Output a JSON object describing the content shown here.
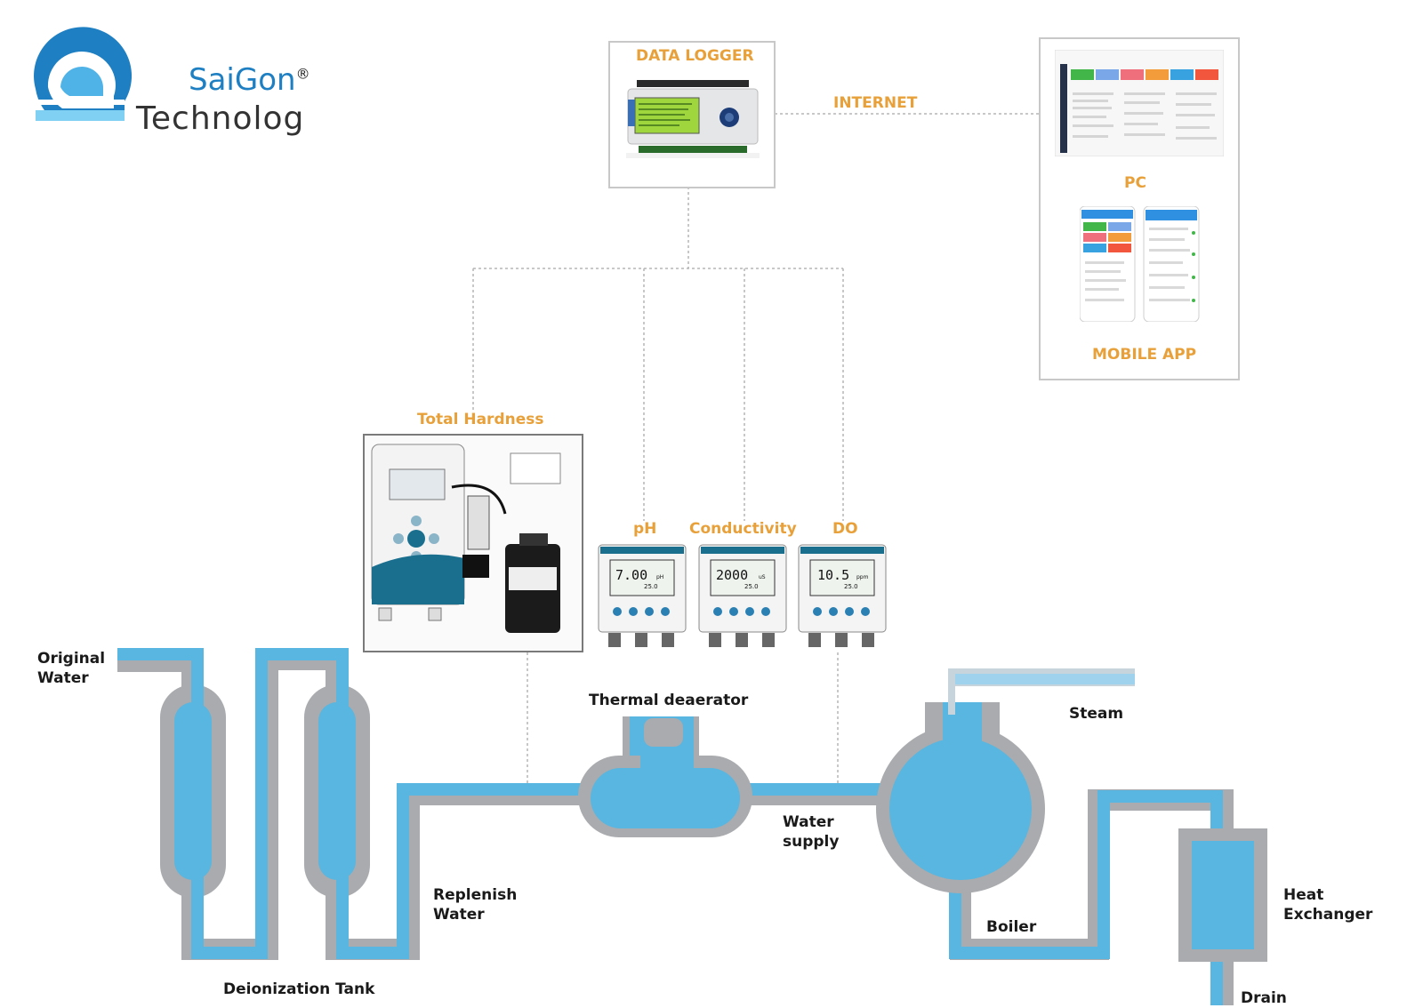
{
  "logo": {
    "line1": "SaiGon",
    "reg": "®",
    "line2": "Technolog"
  },
  "labels": {
    "data_logger": "DATA LOGGER",
    "internet": "INTERNET",
    "pc": "PC",
    "mobile_app": "MOBILE APP",
    "total_hardness": "Total Hardness",
    "ph": "pH",
    "conductivity": "Conductivity",
    "do": "DO",
    "original_water_1": "Original",
    "original_water_2": "Water",
    "thermal_deaerator": "Thermal deaerator",
    "steam": "Steam",
    "water_supply_1": "Water",
    "water_supply_2": "supply",
    "replenish_1": "Replenish",
    "replenish_2": "Water",
    "boiler": "Boiler",
    "heat_exchanger_1": "Heat",
    "heat_exchanger_2": "Exchanger",
    "deionization_tank": "Deionization Tank",
    "drain": "Drain"
  },
  "meters": {
    "ph_value": "7.00",
    "ph_unit": "pH",
    "ph_temp": "25.0",
    "cond_value": "2000",
    "cond_unit": "uS",
    "cond_temp": "25.0",
    "do_value": "10.5",
    "do_unit": "ppm",
    "do_temp": "25.0"
  },
  "colors": {
    "water": "#58b6e0",
    "pipe_shell": "#a9abae",
    "accent": "#e8a13a",
    "logo_blue": "#1e7fc2",
    "meter_teal": "#1a6f8f"
  }
}
